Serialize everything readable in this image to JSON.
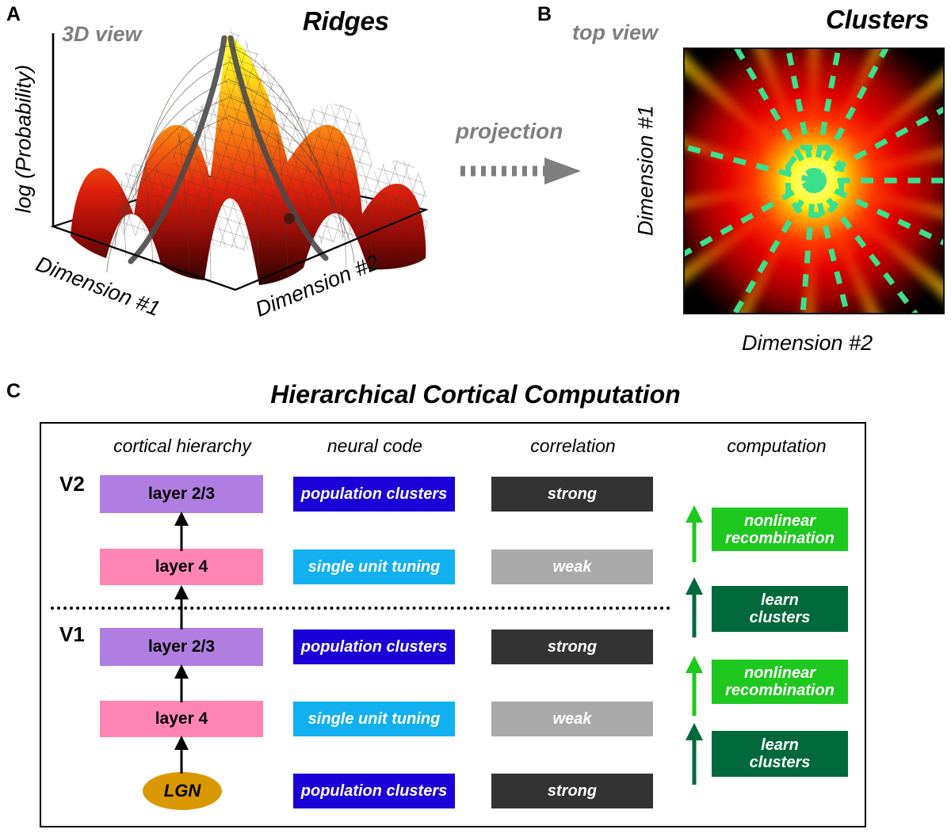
{
  "figure": {
    "panels": [
      "A",
      "B",
      "C"
    ]
  },
  "panelA": {
    "letter": "A",
    "title": "Ridges",
    "view_label": "3D view",
    "y_axis_label": "log (Probability)",
    "x_axis_label_left": "Dimension #1",
    "x_axis_label_right": "Dimension #2"
  },
  "projection": {
    "label": "projection",
    "arrow_icon": "dotted-right-arrow",
    "color": "#7f7f7f"
  },
  "panelB": {
    "letter": "B",
    "title": "Clusters",
    "view_label": "top view",
    "y_axis_label": "Dimension #1",
    "x_axis_label": "Dimension #2",
    "overlay_color": "#3ae08c",
    "overlay_style": "dashed cluster boundaries"
  },
  "panelC": {
    "letter": "C",
    "title": "Hierarchical Cortical Computation",
    "columns": [
      {
        "label": "cortical hierarchy"
      },
      {
        "label": "neural code"
      },
      {
        "label": "correlation"
      },
      {
        "label": "computation"
      }
    ],
    "areas": [
      {
        "label": "V2"
      },
      {
        "label": "V1"
      }
    ],
    "rows": [
      {
        "hierarchy": "layer 2/3",
        "hierarchy_color": "#b07ee0",
        "code": "population clusters",
        "code_color": "#1a00d6",
        "correlation": "strong",
        "correlation_color": "#333333"
      },
      {
        "hierarchy": "layer 4",
        "hierarchy_color": "#ff85b5",
        "code": "single unit tuning",
        "code_color": "#12b0f0",
        "correlation": "weak",
        "correlation_color": "#aaaaaa"
      },
      {
        "hierarchy": "layer 2/3",
        "hierarchy_color": "#b07ee0",
        "code": "population clusters",
        "code_color": "#1a00d6",
        "correlation": "strong",
        "correlation_color": "#333333"
      },
      {
        "hierarchy": "layer 4",
        "hierarchy_color": "#ff85b5",
        "code": "single unit tuning",
        "code_color": "#12b0f0",
        "correlation": "weak",
        "correlation_color": "#aaaaaa"
      },
      {
        "hierarchy": "LGN",
        "hierarchy_color": "#d99800",
        "code": "population clusters",
        "code_color": "#1a00d6",
        "correlation": "strong",
        "correlation_color": "#333333"
      }
    ],
    "computations": [
      {
        "line1": "nonlinear",
        "line2": "recombination",
        "color": "#1ec81e",
        "arrow_color": "#1ec81e"
      },
      {
        "line1": "learn",
        "line2": "clusters",
        "color": "#00693c",
        "arrow_color": "#00693c"
      },
      {
        "line1": "nonlinear",
        "line2": "recombination",
        "color": "#1ec81e",
        "arrow_color": "#1ec81e"
      },
      {
        "line1": "learn",
        "line2": "clusters",
        "color": "#00693c",
        "arrow_color": "#00693c"
      }
    ]
  }
}
